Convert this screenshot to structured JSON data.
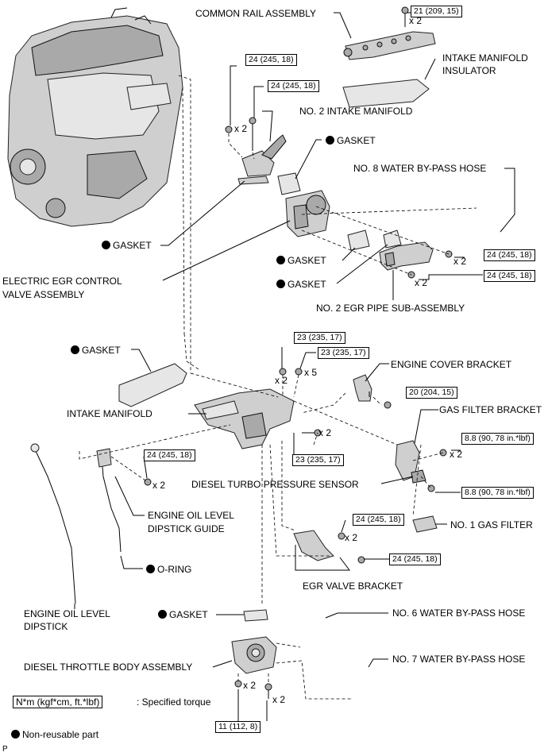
{
  "parts": {
    "common_rail": "COMMON RAIL ASSEMBLY",
    "intake_insulator_1": "INTAKE MANIFOLD",
    "intake_insulator_2": "INSULATOR",
    "no2_intake": "NO. 2 INTAKE MANIFOLD",
    "gasket_top": "GASKET",
    "no8_hose": "NO. 8 WATER BY-PASS HOSE",
    "gasket_left": "GASKET",
    "gasket_mid1": "GASKET",
    "gasket_mid2": "GASKET",
    "egr_valve_1": "ELECTRIC EGR CONTROL",
    "egr_valve_2": "VALVE ASSEMBLY",
    "no2_egr_pipe": "NO. 2 EGR PIPE SUB-ASSEMBLY",
    "gasket_manifold": "GASKET",
    "engine_cover_bracket": "ENGINE COVER BRACKET",
    "intake_manifold": "INTAKE MANIFOLD",
    "gas_filter_bracket": "GAS FILTER BRACKET",
    "turbo_sensor": "DIESEL TURBO PRESSURE SENSOR",
    "dipstick_guide_1": "ENGINE OIL LEVEL",
    "dipstick_guide_2": "DIPSTICK GUIDE",
    "no1_gas_filter": "NO. 1 GAS FILTER",
    "o_ring": "O-RING",
    "egr_valve_bracket": "EGR VALVE BRACKET",
    "dipstick_1": "ENGINE OIL LEVEL",
    "dipstick_2": "DIPSTICK",
    "gasket_throttle": "GASKET",
    "no6_hose": "NO. 6 WATER BY-PASS HOSE",
    "no7_hose": "NO. 7 WATER BY-PASS HOSE",
    "throttle_body": "DIESEL THROTTLE BODY ASSEMBLY"
  },
  "torques": {
    "t_rail": "21 (209, 15)",
    "t_a": "24 (245, 18)",
    "t_b": "24 (245, 18)",
    "t_c": "24 (245, 18)",
    "t_d": "24 (245, 18)",
    "t_e": "23 (235, 17)",
    "t_f": "23 (235, 17)",
    "t_g": "20 (204, 15)",
    "t_h": "8.8 (90, 78 in.*lbf)",
    "t_i": "24 (245, 18)",
    "t_j": "23 (235, 17)",
    "t_k": "8.8 (90, 78 in.*lbf)",
    "t_l": "24 (245, 18)",
    "t_m": "24 (245, 18)",
    "t_n": "11 (112, 8)"
  },
  "quantities": {
    "q1": "x 2",
    "q2": "x 2",
    "q3": "x 2",
    "q4": "x 2",
    "q5": "x 2",
    "q6": "x 5",
    "q7": "x 2",
    "q8": "x 2",
    "q9": "x 2",
    "q10": "x 2",
    "q11": "x 2",
    "q12": "x 2"
  },
  "legend": {
    "unit_box": "N*m (kgf*cm, ft.*lbf)",
    "unit_text": ": Specified torque",
    "non_reusable": "Non-reusable part"
  },
  "footer": {
    "code": "P"
  }
}
